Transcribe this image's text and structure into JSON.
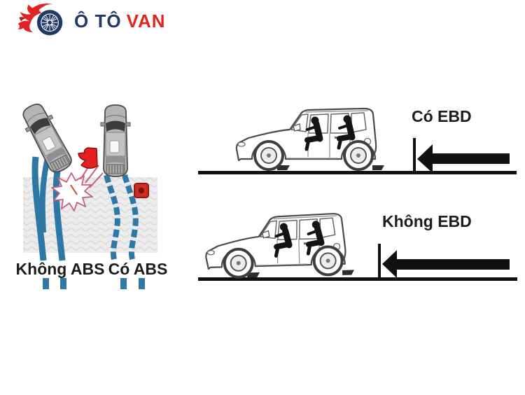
{
  "logo": {
    "icon": "flaming-wheel",
    "text_primary": "Ô TÔ",
    "text_secondary": "VAN",
    "color_primary": "#1f3864",
    "color_secondary": "#e1251b",
    "flame_color": "#e02424"
  },
  "abs_diagram": {
    "label_without_abs": "Không ABS",
    "label_with_abs": "Có ABS",
    "track_color": "#2e78a6",
    "obstacle_color": "#cf2d22",
    "crash_outline_color": "#c2607e",
    "car_body_color": "#b5b5b5",
    "background_pattern_color": "#ececec"
  },
  "ebd_diagram": {
    "label_with_ebd": "Có EBD",
    "label_without_ebd": "Không EBD",
    "arrow_color": "#111111",
    "car_outline_color": "#4a4a4a",
    "occupant_color": "#141414"
  }
}
